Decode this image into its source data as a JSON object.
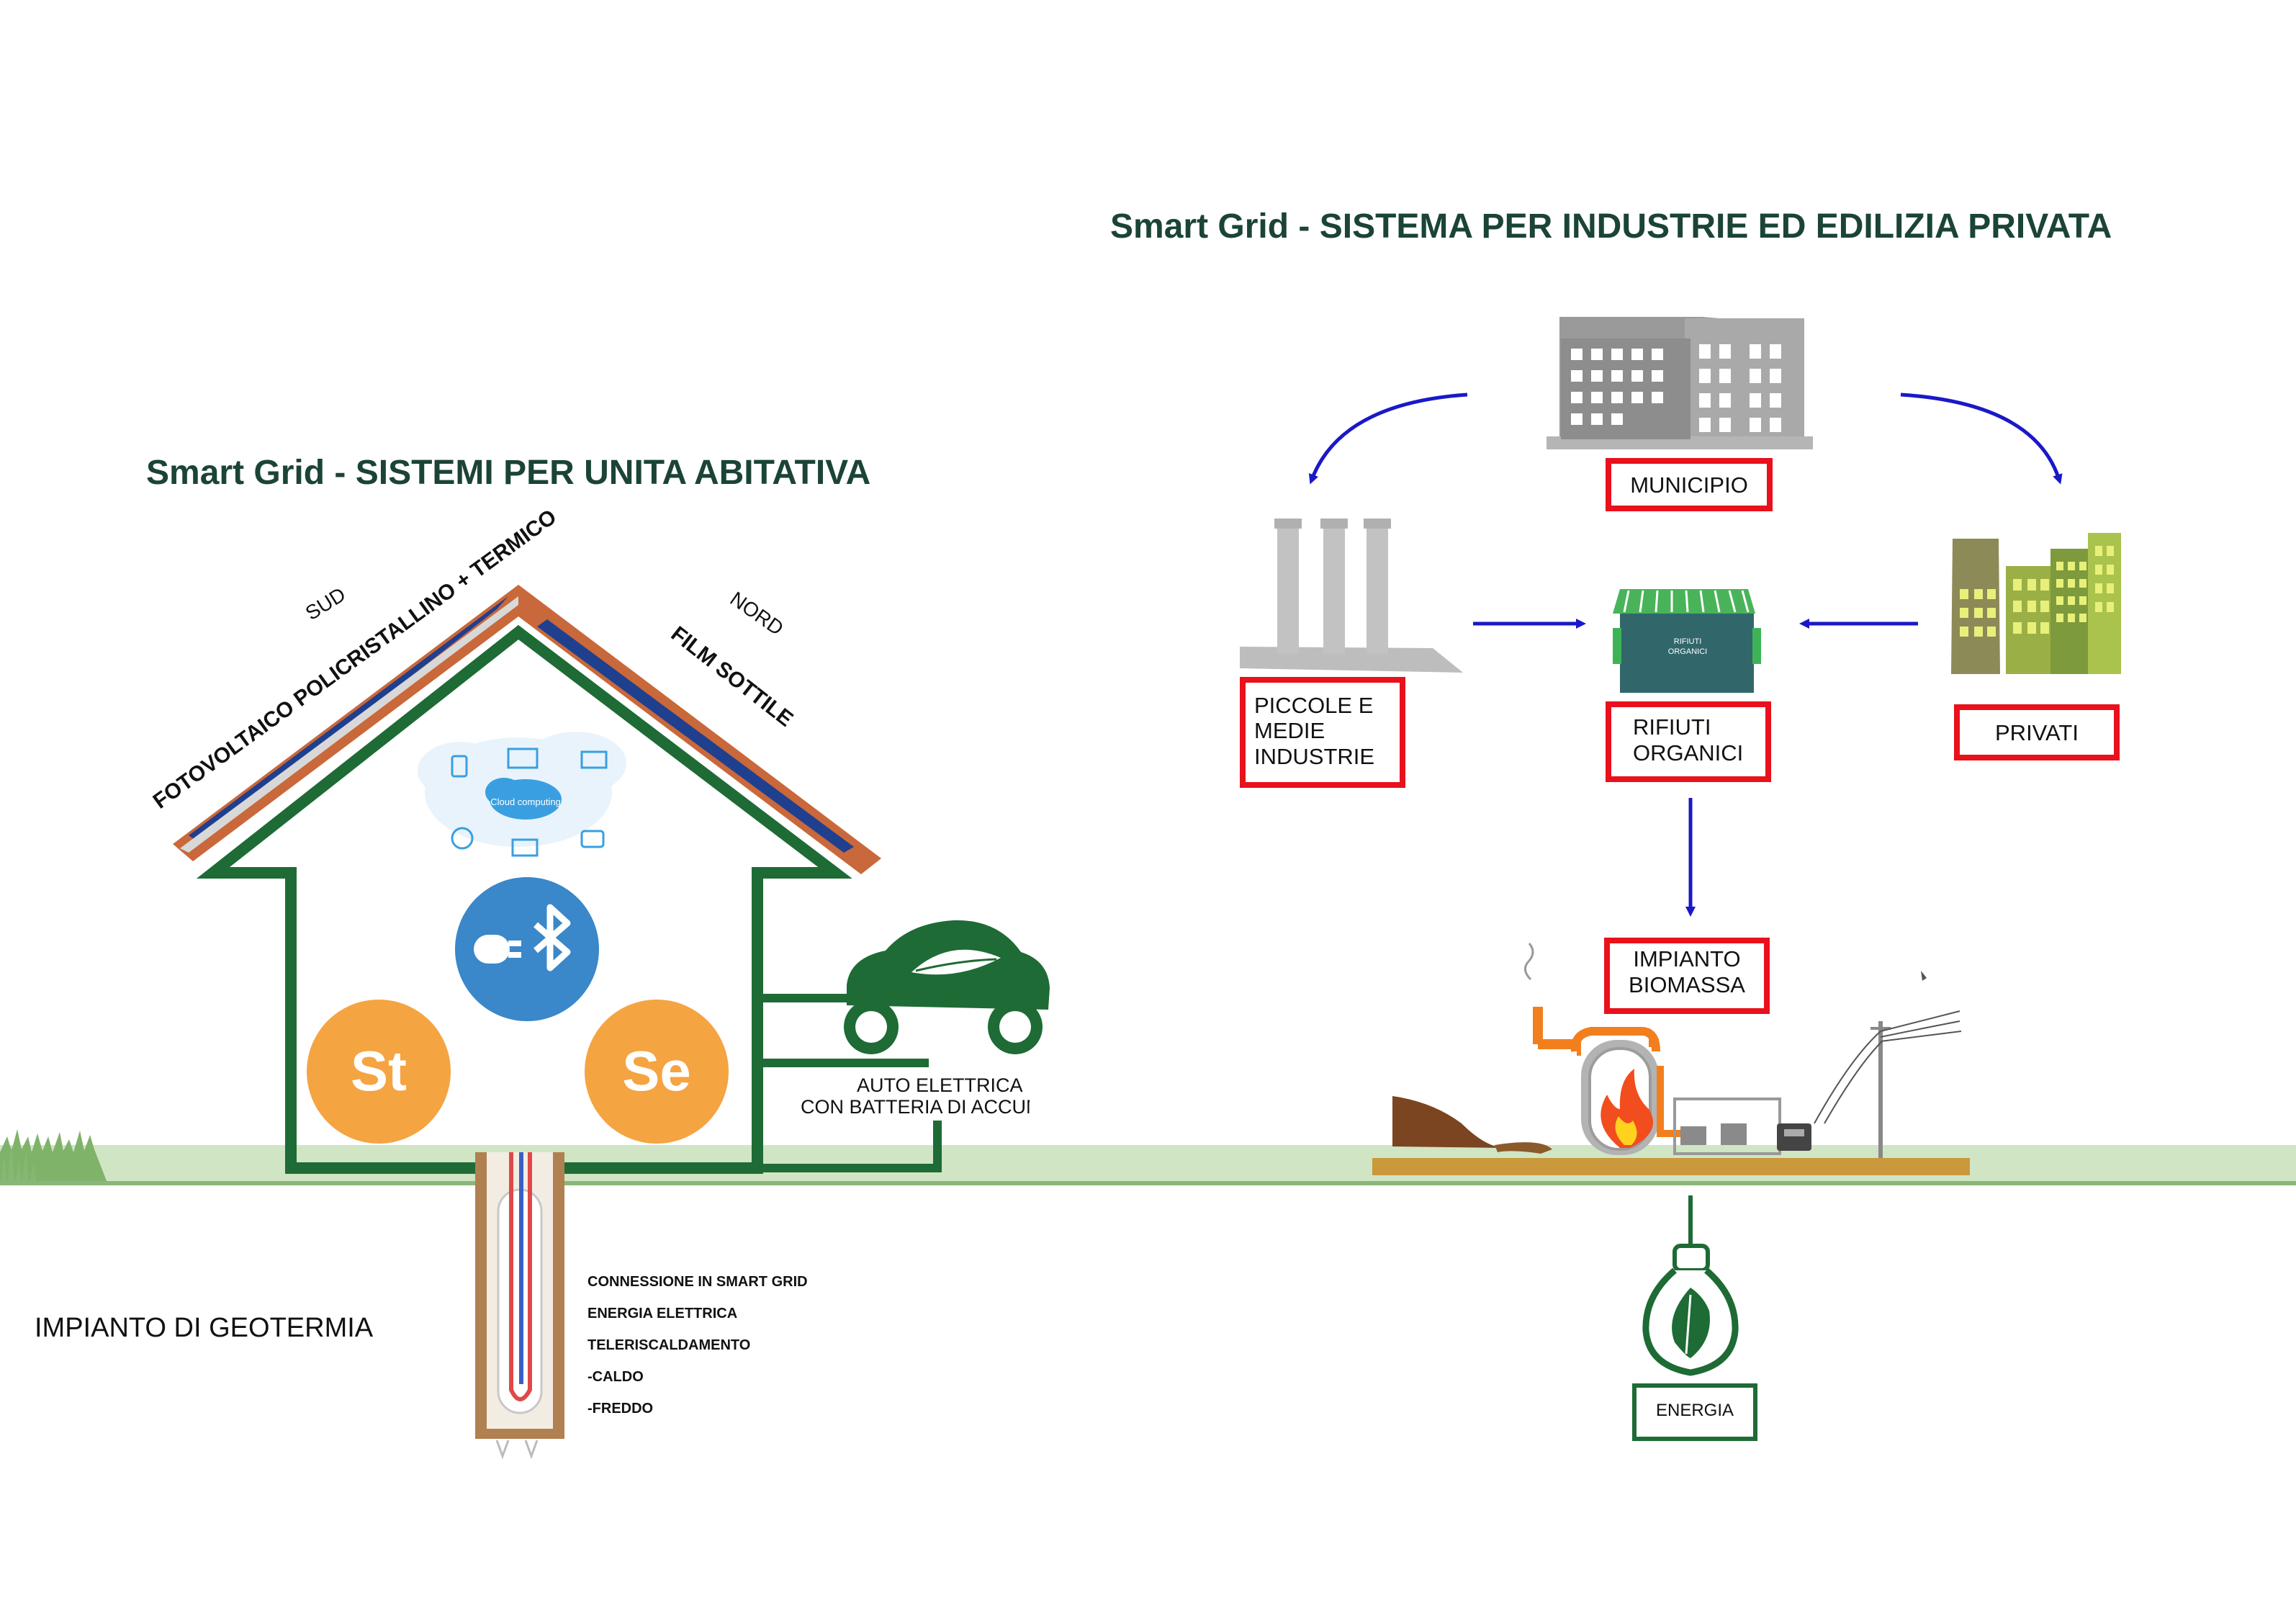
{
  "colors": {
    "title_green": "#1b4436",
    "house_green": "#1e6b35",
    "roof_orange": "#c9683a",
    "panel_blue": "#1f3f8f",
    "label_red": "#e8111c",
    "arrow_blue": "#1a18c8",
    "st_se_orange": "#f5a442",
    "bluetooth_blue": "#3a87c9",
    "grass_green": "#7fb36a",
    "ground_brown": "#c9993b"
  },
  "left": {
    "title": "Smart Grid - SISTEMI PER UNITA ABITATIVA",
    "roof": {
      "south": "SUD",
      "north": "NORD",
      "pv_label": "FOTOVOLTAICO POLICRISTALLINO + TERMICO",
      "film_label": "FILM SOTTILE"
    },
    "cloud_label": "Cloud computing",
    "st_label": "St",
    "se_label": "Se",
    "car": {
      "line1": "AUTO ELETTRICA",
      "line2": "CON BATTERIA DI ACCUM"
    },
    "geothermal_label": "IMPIANTO DI GEOTERMIA",
    "connections": [
      "CONNESSIONE IN SMART GRID",
      "ENERGIA ELETTRICA",
      "TELERISCALDAMENTO",
      "-CALDO",
      "-FREDDO"
    ]
  },
  "right": {
    "title": "Smart Grid - SISTEMA PER INDUSTRIE ED EDILIZIA PRIVATA",
    "municipio": "MUNICIPIO",
    "industrie": [
      "PICCOLE E",
      "MEDIE",
      "INDUSTRIE"
    ],
    "rifiuti": [
      "RIFIUTI",
      "ORGANICI"
    ],
    "bin_sign": [
      "RIFIUTI",
      "ORGANICI"
    ],
    "privati": "PRIVATI",
    "biomassa": [
      "IMPIANTO",
      "BIOMASSA"
    ],
    "energia": "ENERGIA"
  }
}
